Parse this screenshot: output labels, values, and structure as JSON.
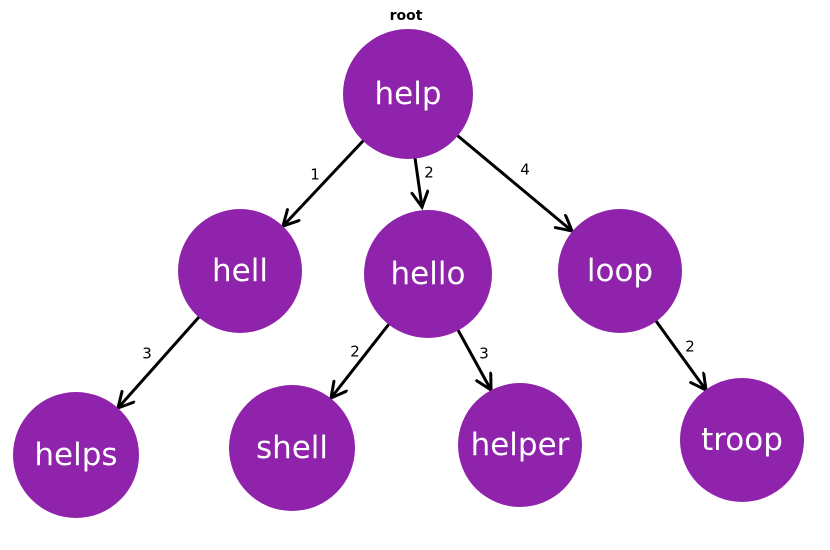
{
  "diagram": {
    "type": "trie-tree",
    "root_annotation": "root",
    "colors": {
      "node_fill": "#8f23ab",
      "node_text": "#ffffff",
      "edge": "#000000",
      "background": "#ffffff"
    },
    "nodes": [
      {
        "id": "help",
        "label": "help",
        "level": 0
      },
      {
        "id": "hell",
        "label": "hell",
        "level": 1
      },
      {
        "id": "hello",
        "label": "hello",
        "level": 1
      },
      {
        "id": "loop",
        "label": "loop",
        "level": 1
      },
      {
        "id": "helps",
        "label": "helps",
        "level": 2
      },
      {
        "id": "shell",
        "label": "shell",
        "level": 2
      },
      {
        "id": "helper",
        "label": "helper",
        "level": 2
      },
      {
        "id": "troop",
        "label": "troop",
        "level": 2
      }
    ],
    "edges": [
      {
        "from": "help",
        "to": "hell",
        "label": "1"
      },
      {
        "from": "help",
        "to": "hello",
        "label": "2"
      },
      {
        "from": "help",
        "to": "loop",
        "label": "4"
      },
      {
        "from": "hell",
        "to": "helps",
        "label": "3"
      },
      {
        "from": "hello",
        "to": "shell",
        "label": "2"
      },
      {
        "from": "hello",
        "to": "helper",
        "label": "3"
      },
      {
        "from": "loop",
        "to": "troop",
        "label": "2"
      }
    ]
  }
}
